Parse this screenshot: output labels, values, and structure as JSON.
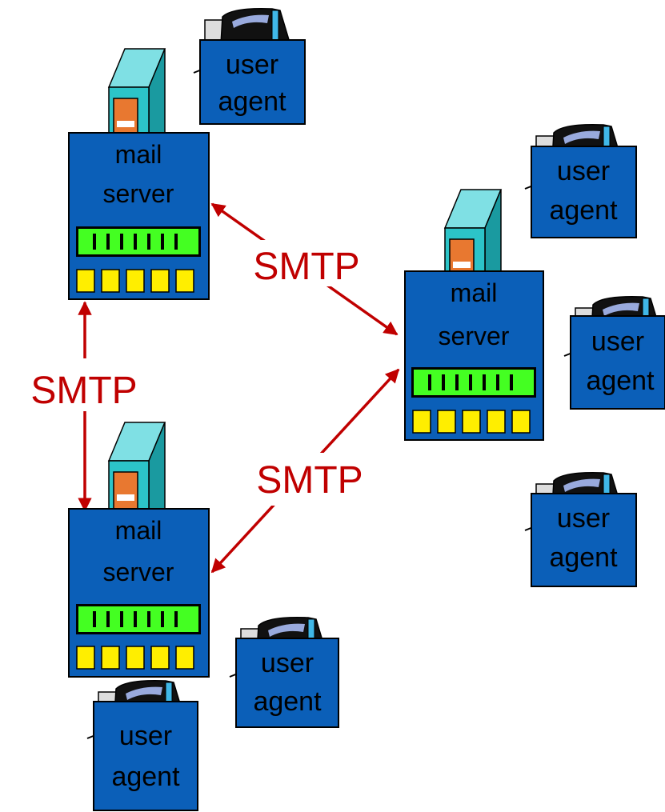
{
  "colors": {
    "box_fill": "#0b5fb8",
    "box_stroke": "#000000",
    "tower_fill": "#2cc4c8",
    "tower_dark": "#1a9aa0",
    "drive_orange": "#e87830",
    "green_panel": "#44ff22",
    "yellow_slot": "#ffee00",
    "arrow_red": "#c00000",
    "monitor_black": "#111111",
    "monitor_accent": "#40b8e8"
  },
  "mail_servers": [
    {
      "id": "top-left",
      "line1": "mail",
      "line2": "server"
    },
    {
      "id": "right",
      "line1": "mail",
      "line2": "server"
    },
    {
      "id": "bottom-left",
      "line1": "mail",
      "line2": "server"
    }
  ],
  "user_agents": [
    {
      "id": "ua-top",
      "line1": "user",
      "line2": "agent"
    },
    {
      "id": "ua-right-1",
      "line1": "user",
      "line2": "agent"
    },
    {
      "id": "ua-right-2",
      "line1": "user",
      "line2": "agent"
    },
    {
      "id": "ua-right-3",
      "line1": "user",
      "line2": "agent"
    },
    {
      "id": "ua-bottom-1",
      "line1": "user",
      "line2": "agent"
    },
    {
      "id": "ua-bottom-2",
      "line1": "user",
      "line2": "agent"
    }
  ],
  "links": [
    {
      "id": "link-tl-right",
      "label": "SMTP"
    },
    {
      "id": "link-tl-bl",
      "label": "SMTP"
    },
    {
      "id": "link-bl-right",
      "label": "SMTP"
    }
  ],
  "icons": [
    "server-tower-icon",
    "computer-monitor-icon"
  ]
}
